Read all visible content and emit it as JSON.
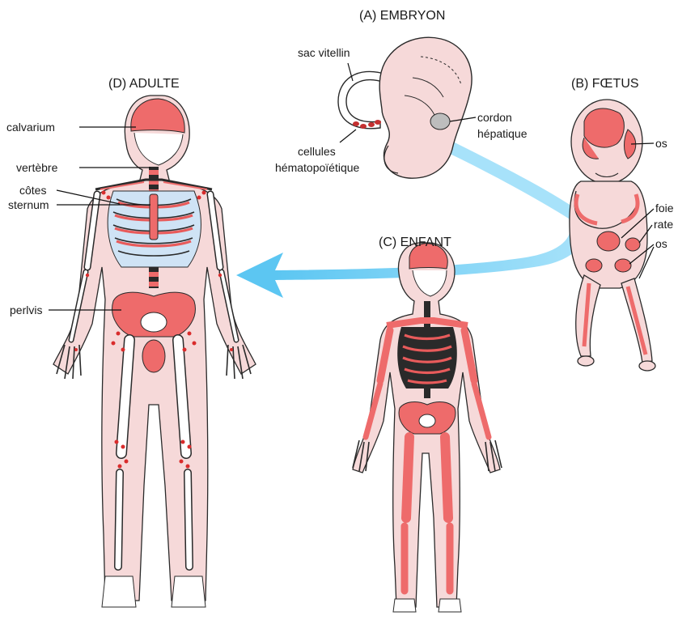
{
  "titles": {
    "embryo": "(A) EMBRYON",
    "fetus": "(B) FŒTUS",
    "child": "(C) ENFANT",
    "adult": "(D) ADULTE"
  },
  "labels": {
    "embryo": {
      "sac_vitellin": "sac vitellin",
      "cellules_line1": "cellules",
      "cellules_line2": "hématopoïétique",
      "cordon_line1": "cordon",
      "cordon_line2": "hépatique"
    },
    "fetus": {
      "os_head": "os",
      "foie": "foie",
      "rate": "rate",
      "os_limbs": "os"
    },
    "adult": {
      "calvarium": "calvarium",
      "vertebre": "vertèbre",
      "cotes": "côtes",
      "sternum": "sternum",
      "pelvis": "perlvis"
    }
  },
  "colors": {
    "marrow_red": "#ee6b6b",
    "skin_pink": "#f6d9d9",
    "arrow_blue": "#7fd3f5"
  }
}
